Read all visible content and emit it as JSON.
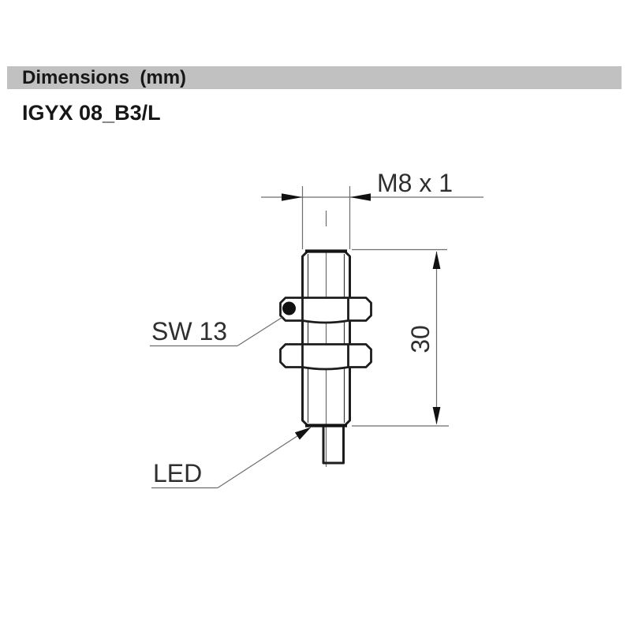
{
  "header": {
    "section_title": "Dimensions  (mm)"
  },
  "product": {
    "model": "IGYX 08_B3/L"
  },
  "drawing": {
    "labels": {
      "thread": "M8 x 1",
      "wrench": "SW 13",
      "length": "30",
      "led": "LED"
    },
    "dimensions_mm": {
      "thread_size": "M8 x 1",
      "body_length": 30,
      "wrench_flats": 13
    },
    "colors": {
      "header_bar": "#c1c1c1",
      "outline": "#1d1d1d",
      "thin_line": "#6e6e6e",
      "text": "#2f2f2f",
      "background": "#ffffff"
    }
  }
}
